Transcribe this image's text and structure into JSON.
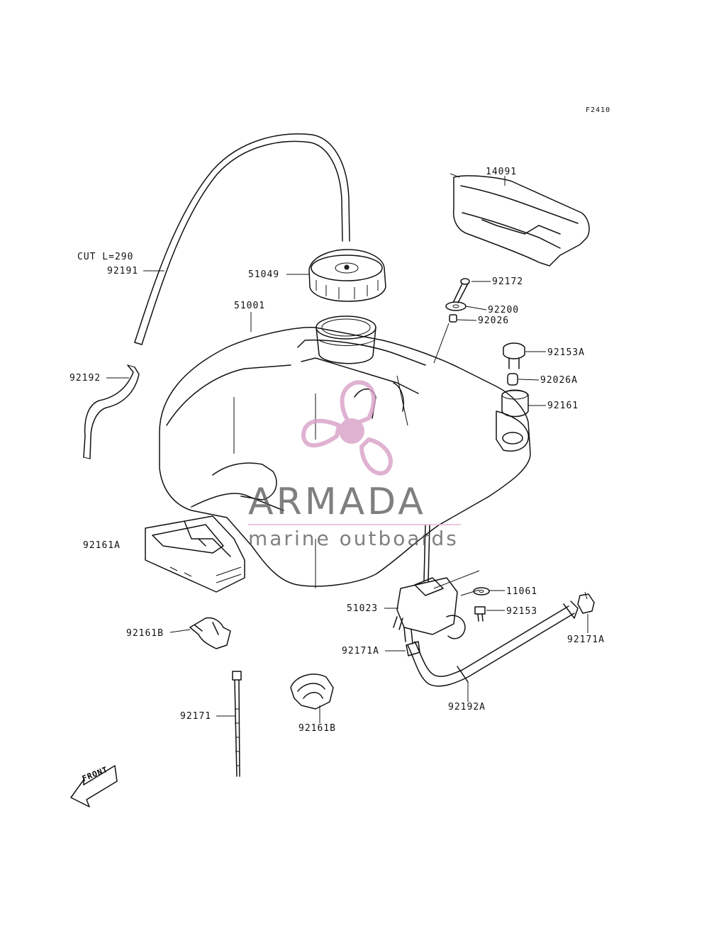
{
  "figure_code": "F2410",
  "front_label": "FRONT",
  "watermark": {
    "name": "ARMADA",
    "tagline": "marine outboards",
    "text_color": "#555555",
    "logo_color": "#d9a0c8",
    "line_color": "#e8b9d6"
  },
  "labels": {
    "cut_length": "CUT L=290",
    "p92191": "92191",
    "p51049": "51049",
    "p14091": "14091",
    "p92172": "92172",
    "p92200": "92200",
    "p92026": "92026",
    "p51001": "51001",
    "p92153A": "92153A",
    "p92026A": "92026A",
    "p92161": "92161",
    "p92192": "92192",
    "p92161A": "92161A",
    "p11061": "11061",
    "p51023": "51023",
    "p92153": "92153",
    "p92161B_1": "92161B",
    "p92171A_1": "92171A",
    "p92171A_2": "92171A",
    "p92192A": "92192A",
    "p92171": "92171",
    "p92161B_2": "92161B"
  }
}
